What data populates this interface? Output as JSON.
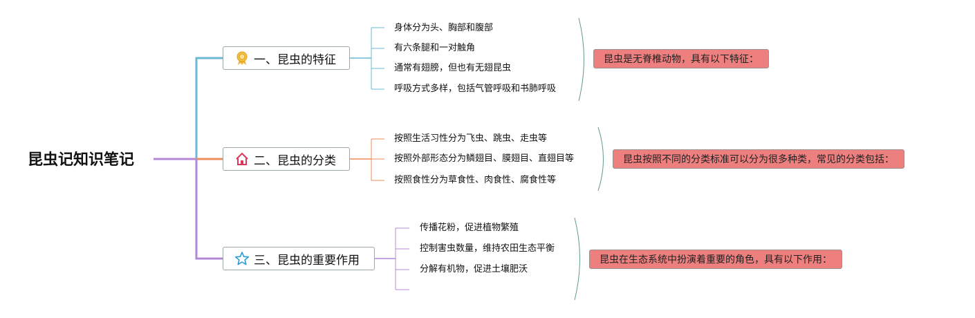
{
  "root": {
    "title": "昆虫记知识笔记"
  },
  "branches": [
    {
      "title": "一、昆虫的特征",
      "icon": "award-ribbon-icon",
      "color": "#6bb8d6",
      "leaves": [
        "身体分为头、胸部和腹部",
        "有六条腿和一对触角",
        "通常有翅膀，但也有无翅昆虫",
        "呼吸方式多样，包括气管呼吸和书肺呼吸"
      ],
      "summary": "昆虫是无脊椎动物，具有以下特征："
    },
    {
      "title": "二、昆虫的分类",
      "icon": "home-icon",
      "color": "#ee8c5a",
      "leaves": [
        "按照生活习性分为飞虫、跳虫、走虫等",
        "按照外部形态分为鳞翅目、膜翅目、直翅目等",
        "按照食性分为草食性、肉食性、腐食性等"
      ],
      "summary": "昆虫按照不同的分类标准可以分为很多种类，常见的分类包括："
    },
    {
      "title": "三、昆虫的重要作用",
      "icon": "star-icon",
      "color": "#b488d6",
      "leaves": [
        "传播花粉，促进植物繁殖",
        "控制害虫数量，维持农田生态平衡",
        "分解有机物，促进土壤肥沃",
        ""
      ],
      "summary": "昆虫在生态系统中扮演着重要的角色，具有以下作用："
    }
  ],
  "colors": {
    "root_line": "#b488d6",
    "summary_fill": "#ee7f7f",
    "bracket": "#5f9a88"
  }
}
